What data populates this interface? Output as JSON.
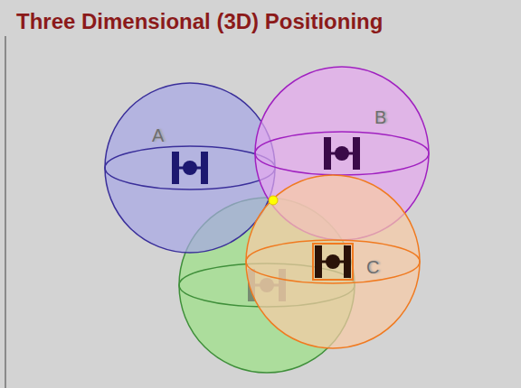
{
  "diagram": {
    "title": "Three Dimensional (3D) Positioning",
    "nodes": [
      {
        "text": [
          "A"
        ]
      },
      {
        "text": [
          "B"
        ]
      },
      {
        "text": [
          "C"
        ]
      }
    ]
  }
}
